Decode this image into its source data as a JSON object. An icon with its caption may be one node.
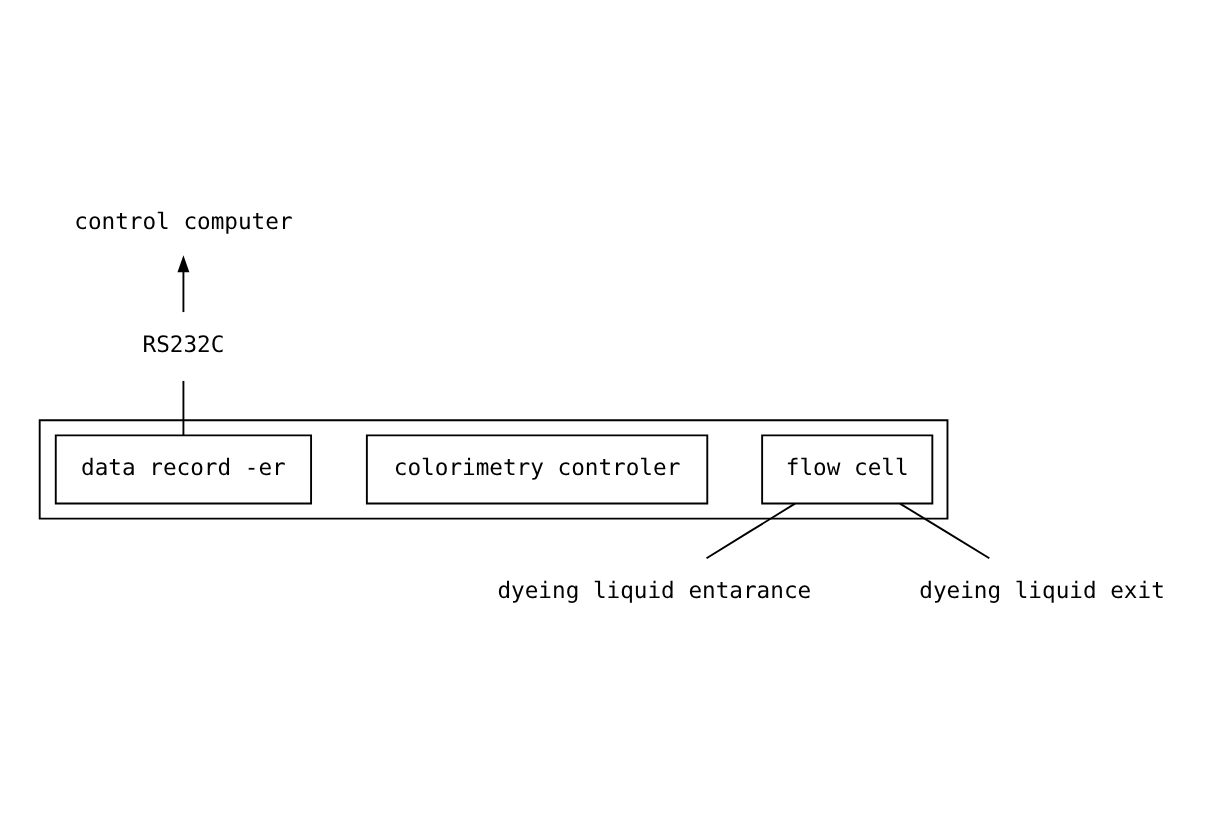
{
  "diagram": {
    "nodes": [
      {
        "text": [
          "control computer"
        ]
      },
      {
        "text": [
          "RS232C"
        ]
      },
      {
        "text": [],
        "shape": "box"
      },
      {
        "text": [
          "dyeing liquid entarance"
        ]
      },
      {
        "text": [
          "dyeing liquid exit"
        ]
      },
      {
        "text": [
          "flow cell"
        ],
        "in": 2
      },
      {
        "text": [
          "colorimetry controler"
        ],
        "in": 2
      },
      {
        "text": [
          "data record -er"
        ],
        "in": 2
      }
    ],
    "edges": [
      {
        "from": 1,
        "to": 0,
        "arrow": "to"
      },
      {
        "from": 7,
        "to": 1,
        "arrow": "none"
      },
      {
        "from": 3,
        "to": 5,
        "arrow": "none"
      },
      {
        "from": 4,
        "to": 5,
        "arrow": "none"
      }
    ]
  }
}
